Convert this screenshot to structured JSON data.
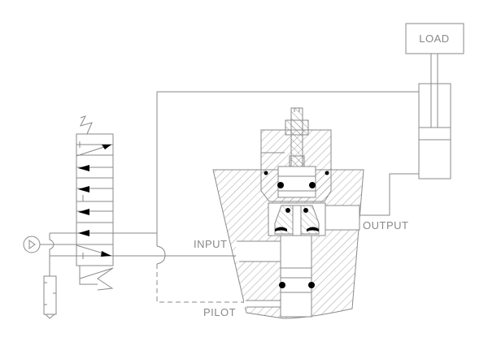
{
  "labels": {
    "load": "LOAD",
    "output": "OUTPUT",
    "input": "INPUT",
    "pilot": "PILOT"
  },
  "colors": {
    "line": "#8a8a8a",
    "fill_dark": "#000000",
    "background": "#ffffff"
  }
}
